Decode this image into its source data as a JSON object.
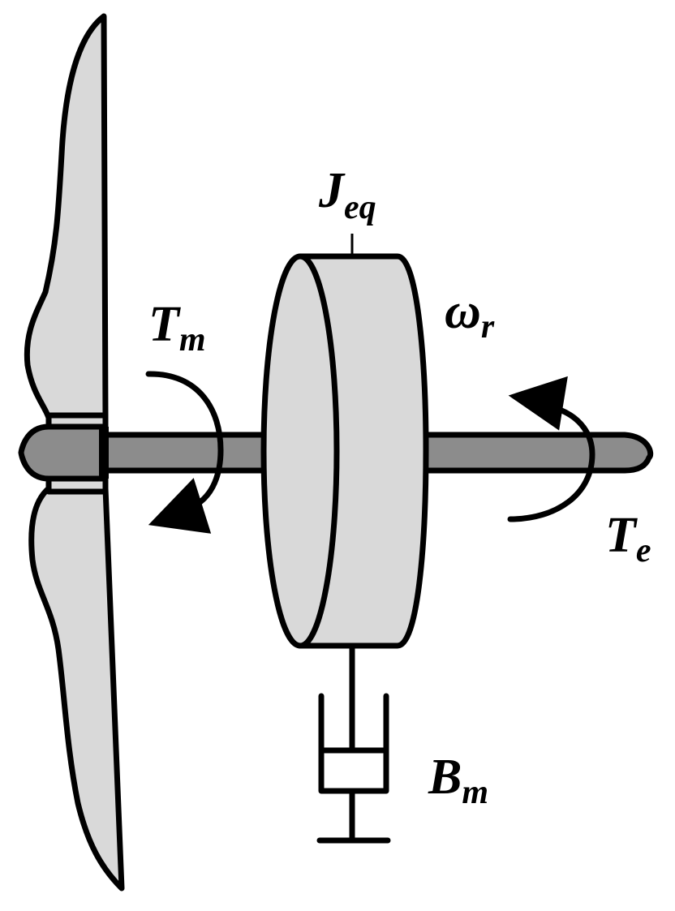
{
  "labels": {
    "inertia": {
      "main": "J",
      "sub": "eq"
    },
    "rotor_speed": {
      "main": "ω",
      "sub": "r"
    },
    "mech_torque": {
      "main": "T",
      "sub": "m"
    },
    "elec_torque": {
      "main": "T",
      "sub": "e"
    },
    "damping": {
      "main": "B",
      "sub": "m"
    }
  },
  "colors": {
    "blade_fill": "#d9d9d9",
    "shaft_fill": "#8c8c8c",
    "hub_fill": "#8c8c8c",
    "disc_fill": "#d9d9d9",
    "outline": "#000000"
  }
}
